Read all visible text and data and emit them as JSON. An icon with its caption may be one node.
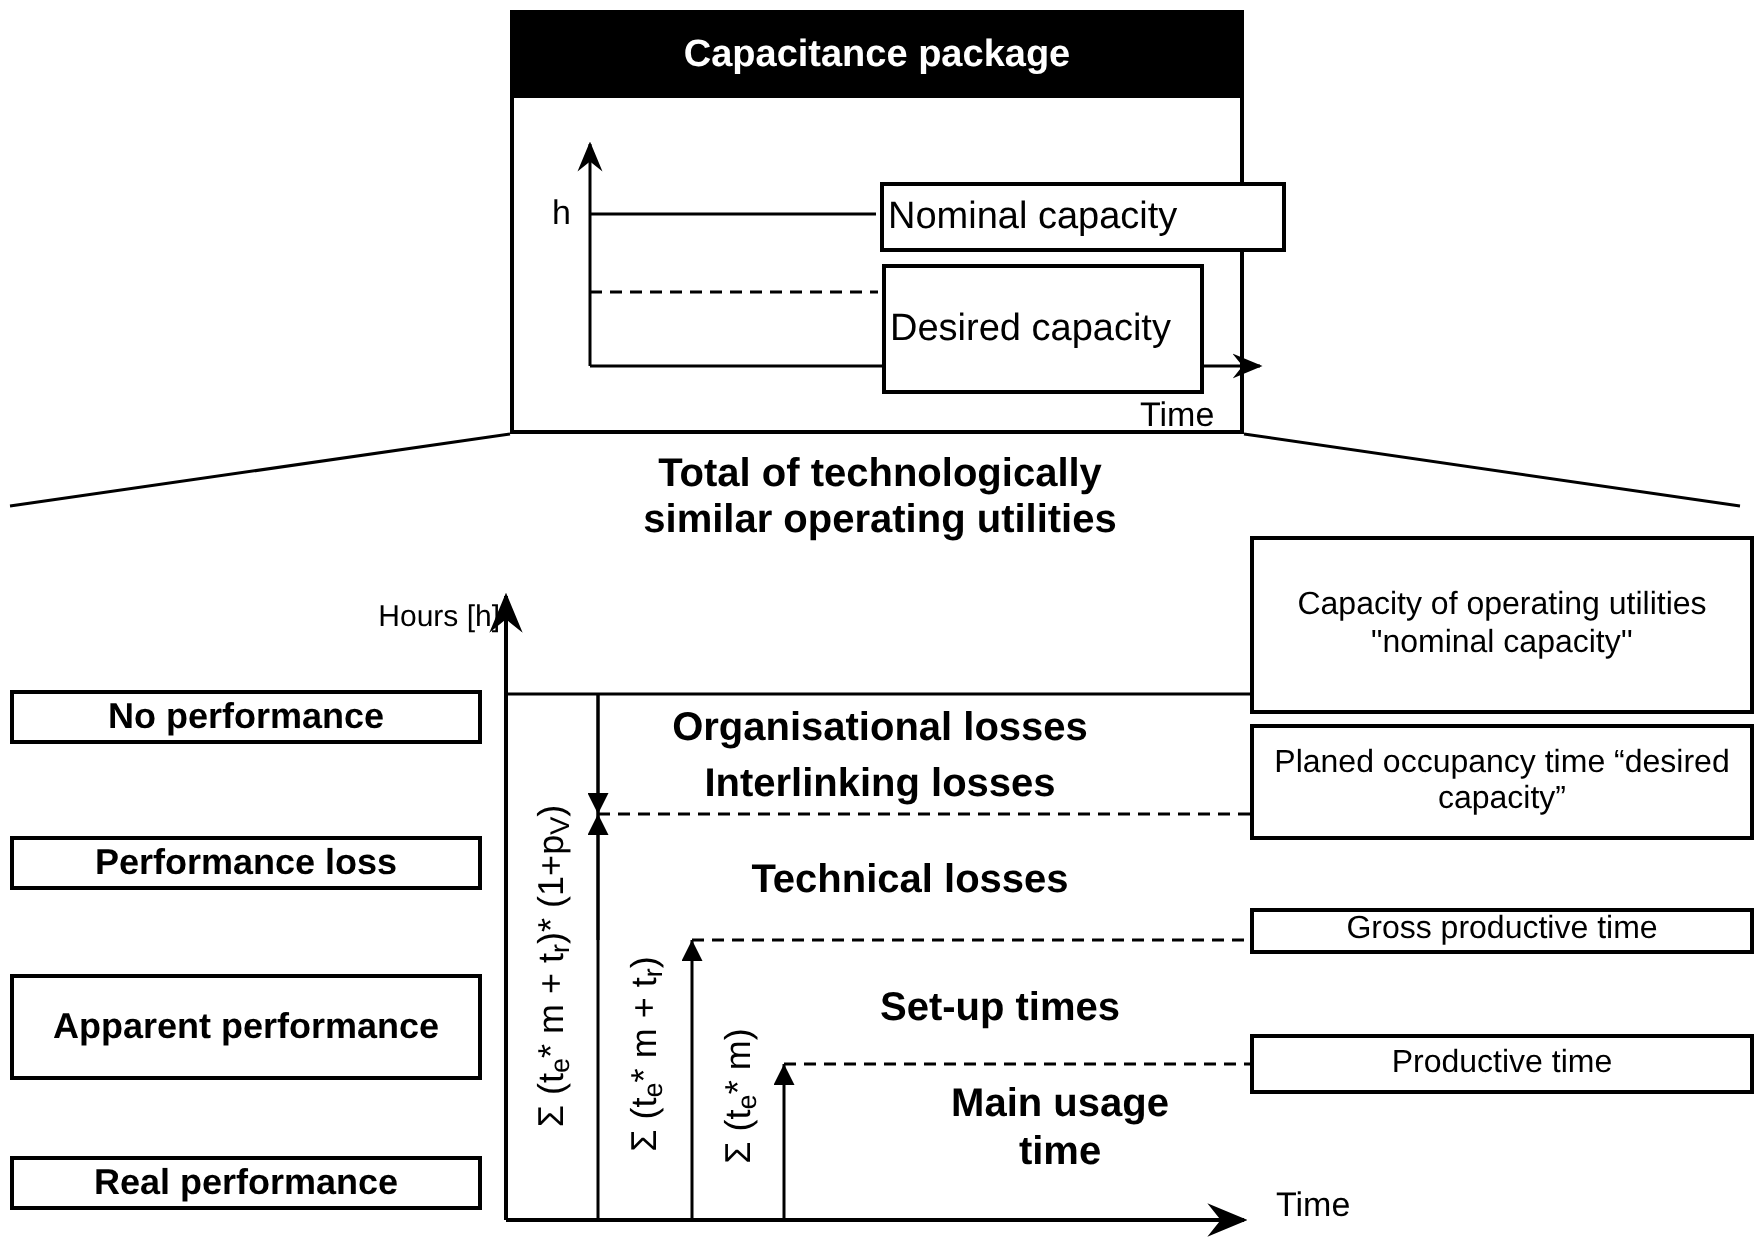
{
  "diagram": {
    "title": "Total of technologically similar operating utilities",
    "nodes": [
      {
        "text": [
          "Capacitance package"
        ]
      },
      {
        "text": [
          "Nominal capacity"
        ],
        "in": 0
      },
      {
        "text": [
          "Desired capacity"
        ],
        "in": 0
      },
      {
        "text": [
          "Capacity of operating utilities \"nominal capacity''"
        ]
      },
      {
        "text": [
          "Planed occupancy time “desired capacity”"
        ]
      },
      {
        "text": [
          "Gross productive time"
        ]
      },
      {
        "text": [
          "Productive time"
        ]
      },
      {
        "text": [
          "No performance"
        ]
      },
      {
        "text": [
          "Performance loss"
        ]
      },
      {
        "text": [
          "Apparent performance"
        ]
      },
      {
        "text": [
          "Real performance"
        ]
      }
    ],
    "edges": [
      {
        "from": null,
        "to": 1,
        "arrow": "none"
      },
      {
        "from": null,
        "to": 2,
        "arrow": "none",
        "style": "dashed"
      },
      {
        "from": null,
        "to": 3,
        "arrow": "none"
      },
      {
        "from": null,
        "to": 4,
        "arrow": "none",
        "style": "dashed"
      },
      {
        "from": null,
        "to": 5,
        "arrow": "none",
        "style": "dashed"
      },
      {
        "from": null,
        "to": 6,
        "arrow": "none",
        "style": "dashed"
      }
    ],
    "labels": [
      "h",
      "Time",
      "Hours [h]",
      "Organisational losses",
      "Interlinking losses",
      "Technical losses",
      "Set-up times",
      "Main usage time",
      "Σ (t$_{e}$* m + t$_{r}$)* (1+p$_{V}$)",
      "Σ (t$_{e}$* m + t$_{r}$)",
      "Σ (t$_{e}$* m)",
      "Time"
    ]
  }
}
